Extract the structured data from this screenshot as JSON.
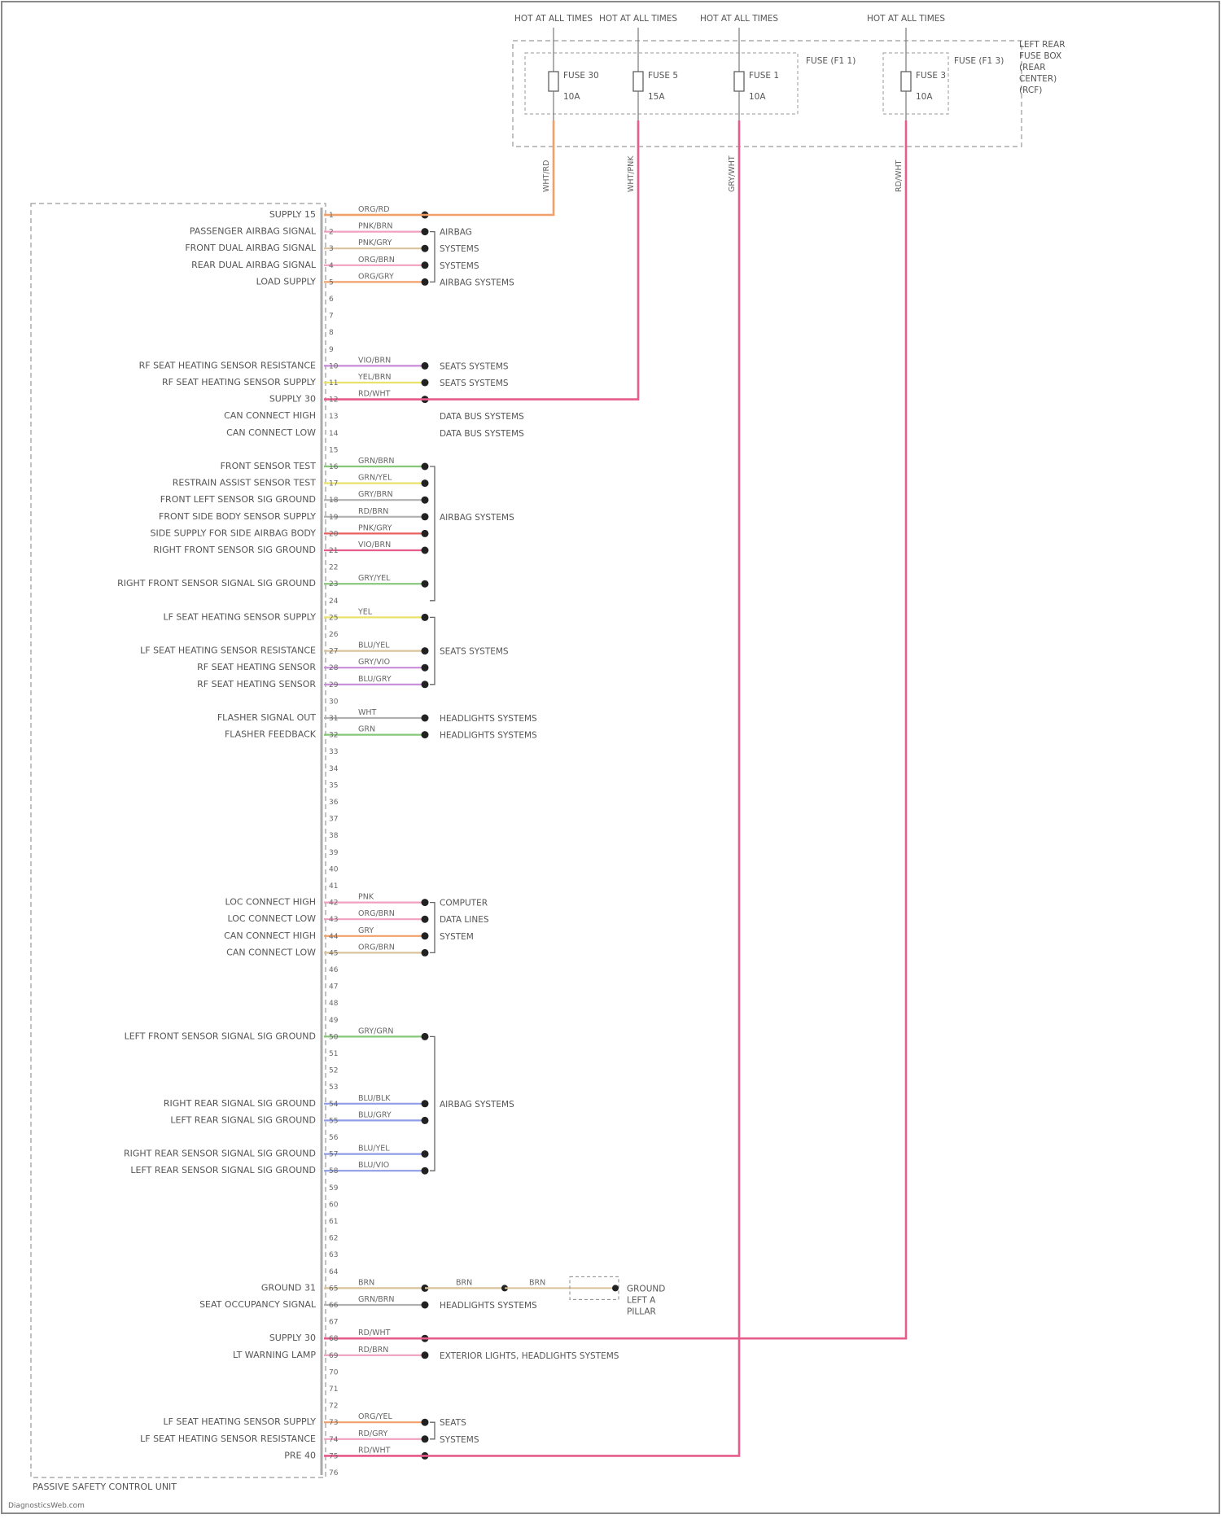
{
  "colors": {
    "orange": "#f2a06a",
    "pink": "#e65c8a",
    "pink_light": "#f0a0c0",
    "red": "#e8605c",
    "green": "#86c77a",
    "yellow": "#eae36a",
    "violet": "#c98bd9",
    "blue": "#8f9de6",
    "tan": "#d9c39a",
    "gray": "#b0b0b0",
    "border": "#9a9a9a"
  },
  "header": {
    "fuse_labels": [
      "HOT AT ALL TIMES",
      "HOT AT ALL TIMES",
      "HOT AT ALL TIMES",
      "HOT AT ALL TIMES"
    ],
    "fuse_names": [
      "FUSE 30",
      "FUSE 5",
      "FUSE 1",
      "FUSE 3"
    ],
    "fuse_ratings": [
      "10A",
      "15A",
      "10A",
      "10A"
    ],
    "box_notes": [
      "FUSE (F1 1)",
      "FUSE (F1 3)"
    ],
    "box_title": [
      "LEFT REAR",
      "FUSE BOX",
      "(REAR",
      "CENTER)",
      "(RCF)"
    ]
  },
  "wire_tags": [
    "WHT/RD",
    "WHT/PNK",
    "GRY/WHT",
    "RD/WHT"
  ],
  "connector": {
    "name": "PASSIVE SAFETY CONTROL UNIT"
  },
  "footer": {
    "credit": "DiagnosticsWeb.com"
  },
  "rows": [
    {
      "pin": "1",
      "label": "SUPPLY 15",
      "color": "ORG/RD",
      "wire": "orange",
      "dest": ""
    },
    {
      "pin": "2",
      "label": "PASSENGER AIRBAG SIGNAL",
      "color": "PNK/BRN",
      "wire": "pink_light",
      "dest": "AIRBAG"
    },
    {
      "pin": "3",
      "label": "FRONT DUAL AIRBAG SIGNAL",
      "color": "PNK/GRY",
      "wire": "tan",
      "dest": "SYSTEMS"
    },
    {
      "pin": "4",
      "label": "REAR DUAL AIRBAG SIGNAL",
      "color": "ORG/BRN",
      "wire": "pink_light",
      "dest": "SYSTEMS"
    },
    {
      "pin": "5",
      "label": "LOAD SUPPLY",
      "color": "ORG/GRY",
      "wire": "orange",
      "dest": "AIRBAG SYSTEMS"
    },
    {
      "pin": "6",
      "label": "",
      "color": "",
      "wire": "",
      "dest": ""
    },
    {
      "pin": "7",
      "label": "",
      "color": "",
      "wire": "",
      "dest": ""
    },
    {
      "pin": "8",
      "label": "",
      "color": "",
      "wire": "",
      "dest": ""
    },
    {
      "pin": "9",
      "label": "",
      "color": "",
      "wire": "",
      "dest": ""
    },
    {
      "pin": "10",
      "label": "RF SEAT HEATING SENSOR RESISTANCE",
      "color": "VIO/BRN",
      "wire": "violet",
      "dest": "SEATS SYSTEMS"
    },
    {
      "pin": "11",
      "label": "RF SEAT HEATING SENSOR SUPPLY",
      "color": "YEL/BRN",
      "wire": "yellow",
      "dest": "SEATS SYSTEMS"
    },
    {
      "pin": "12",
      "label": "SUPPLY 30",
      "color": "RD/WHT",
      "wire": "pink",
      "dest": ""
    },
    {
      "pin": "13",
      "label": "CAN CONNECT HIGH",
      "color": "",
      "wire": "",
      "dest": "DATA BUS SYSTEMS"
    },
    {
      "pin": "14",
      "label": "CAN CONNECT LOW",
      "color": "",
      "wire": "",
      "dest": "DATA BUS SYSTEMS"
    },
    {
      "pin": "15",
      "label": "",
      "color": "",
      "wire": "",
      "dest": ""
    },
    {
      "pin": "16",
      "label": "FRONT SENSOR TEST",
      "color": "GRN/BRN",
      "wire": "green",
      "dest": ""
    },
    {
      "pin": "17",
      "label": "RESTRAIN ASSIST SENSOR TEST",
      "color": "GRN/YEL",
      "wire": "yellow",
      "dest": ""
    },
    {
      "pin": "18",
      "label": "FRONT LEFT SENSOR SIG GROUND",
      "color": "GRY/BRN",
      "wire": "gray",
      "dest": ""
    },
    {
      "pin": "19",
      "label": "FRONT SIDE BODY SENSOR SUPPLY",
      "color": "RD/BRN",
      "wire": "gray",
      "dest": "AIRBAG SYSTEMS"
    },
    {
      "pin": "20",
      "label": "SIDE SUPPLY FOR SIDE AIRBAG BODY",
      "color": "PNK/GRY",
      "wire": "red",
      "dest": ""
    },
    {
      "pin": "21",
      "label": "RIGHT FRONT SENSOR SIG GROUND",
      "color": "VIO/BRN",
      "wire": "pink",
      "dest": ""
    },
    {
      "pin": "22",
      "label": "",
      "color": "",
      "wire": "",
      "dest": ""
    },
    {
      "pin": "23",
      "label": "RIGHT FRONT SENSOR SIGNAL SIG GROUND",
      "color": "GRY/YEL",
      "wire": "green",
      "dest": ""
    },
    {
      "pin": "24",
      "label": "",
      "color": "",
      "wire": "",
      "dest": ""
    },
    {
      "pin": "25",
      "label": "LF SEAT HEATING SENSOR SUPPLY",
      "color": "YEL",
      "wire": "yellow",
      "dest": ""
    },
    {
      "pin": "26",
      "label": "",
      "color": "",
      "wire": "",
      "dest": ""
    },
    {
      "pin": "27",
      "label": "LF SEAT HEATING SENSOR RESISTANCE",
      "color": "BLU/YEL",
      "wire": "tan",
      "dest": "SEATS SYSTEMS"
    },
    {
      "pin": "28",
      "label": "RF SEAT HEATING SENSOR",
      "color": "GRY/VIO",
      "wire": "violet",
      "dest": ""
    },
    {
      "pin": "29",
      "label": "RF SEAT HEATING SENSOR",
      "color": "BLU/GRY",
      "wire": "violet",
      "dest": ""
    },
    {
      "pin": "30",
      "label": "",
      "color": "",
      "wire": "",
      "dest": ""
    },
    {
      "pin": "31",
      "label": "FLASHER SIGNAL OUT",
      "color": "WHT",
      "wire": "gray",
      "dest": "HEADLIGHTS SYSTEMS"
    },
    {
      "pin": "32",
      "label": "FLASHER FEEDBACK",
      "color": "GRN",
      "wire": "green",
      "dest": "HEADLIGHTS SYSTEMS"
    },
    {
      "pin": "33",
      "label": "",
      "color": "",
      "wire": "",
      "dest": ""
    },
    {
      "pin": "34",
      "label": "",
      "color": "",
      "wire": "",
      "dest": ""
    },
    {
      "pin": "35",
      "label": "",
      "color": "",
      "wire": "",
      "dest": ""
    },
    {
      "pin": "36",
      "label": "",
      "color": "",
      "wire": "",
      "dest": ""
    },
    {
      "pin": "37",
      "label": "",
      "color": "",
      "wire": "",
      "dest": ""
    },
    {
      "pin": "38",
      "label": "",
      "color": "",
      "wire": "",
      "dest": ""
    },
    {
      "pin": "39",
      "label": "",
      "color": "",
      "wire": "",
      "dest": ""
    },
    {
      "pin": "40",
      "label": "",
      "color": "",
      "wire": "",
      "dest": ""
    },
    {
      "pin": "41",
      "label": "",
      "color": "",
      "wire": "",
      "dest": ""
    },
    {
      "pin": "42",
      "label": "LOC CONNECT HIGH",
      "color": "PNK",
      "wire": "pink_light",
      "dest": "COMPUTER"
    },
    {
      "pin": "43",
      "label": "LOC CONNECT LOW",
      "color": "ORG/BRN",
      "wire": "pink_light",
      "dest": "DATA LINES"
    },
    {
      "pin": "44",
      "label": "CAN CONNECT HIGH",
      "color": "GRY",
      "wire": "orange",
      "dest": "SYSTEM"
    },
    {
      "pin": "45",
      "label": "CAN CONNECT LOW",
      "color": "ORG/BRN",
      "wire": "tan",
      "dest": ""
    },
    {
      "pin": "46",
      "label": "",
      "color": "",
      "wire": "",
      "dest": ""
    },
    {
      "pin": "47",
      "label": "",
      "color": "",
      "wire": "",
      "dest": ""
    },
    {
      "pin": "48",
      "label": "",
      "color": "",
      "wire": "",
      "dest": ""
    },
    {
      "pin": "49",
      "label": "",
      "color": "",
      "wire": "",
      "dest": ""
    },
    {
      "pin": "50",
      "label": "LEFT FRONT SENSOR SIGNAL SIG GROUND",
      "color": "GRY/GRN",
      "wire": "green",
      "dest": ""
    },
    {
      "pin": "51",
      "label": "",
      "color": "",
      "wire": "",
      "dest": ""
    },
    {
      "pin": "52",
      "label": "",
      "color": "",
      "wire": "",
      "dest": ""
    },
    {
      "pin": "53",
      "label": "",
      "color": "",
      "wire": "",
      "dest": ""
    },
    {
      "pin": "54",
      "label": "RIGHT REAR SIGNAL SIG GROUND",
      "color": "BLU/BLK",
      "wire": "blue",
      "dest": "AIRBAG SYSTEMS"
    },
    {
      "pin": "55",
      "label": "LEFT REAR SIGNAL SIG GROUND",
      "color": "BLU/GRY",
      "wire": "blue",
      "dest": ""
    },
    {
      "pin": "56",
      "label": "",
      "color": "",
      "wire": "",
      "dest": ""
    },
    {
      "pin": "57",
      "label": "RIGHT REAR SENSOR SIGNAL SIG GROUND",
      "color": "BLU/YEL",
      "wire": "blue",
      "dest": ""
    },
    {
      "pin": "58",
      "label": "LEFT REAR SENSOR SIGNAL SIG GROUND",
      "color": "BLU/VIO",
      "wire": "blue",
      "dest": ""
    },
    {
      "pin": "59",
      "label": "",
      "color": "",
      "wire": "",
      "dest": ""
    },
    {
      "pin": "60",
      "label": "",
      "color": "",
      "wire": "",
      "dest": ""
    },
    {
      "pin": "61",
      "label": "",
      "color": "",
      "wire": "",
      "dest": ""
    },
    {
      "pin": "62",
      "label": "",
      "color": "",
      "wire": "",
      "dest": ""
    },
    {
      "pin": "63",
      "label": "",
      "color": "",
      "wire": "",
      "dest": ""
    },
    {
      "pin": "64",
      "label": "",
      "color": "",
      "wire": "",
      "dest": ""
    },
    {
      "pin": "65",
      "label": "GROUND 31",
      "color": "BRN",
      "wire": "tan",
      "dest": ""
    },
    {
      "pin": "66",
      "label": "SEAT OCCUPANCY SIGNAL",
      "color": "GRN/BRN",
      "wire": "gray",
      "dest": "HEADLIGHTS SYSTEMS"
    },
    {
      "pin": "67",
      "label": "",
      "color": "",
      "wire": "",
      "dest": ""
    },
    {
      "pin": "68",
      "label": "SUPPLY 30",
      "color": "RD/WHT",
      "wire": "pink",
      "dest": ""
    },
    {
      "pin": "69",
      "label": "LT WARNING LAMP",
      "color": "RD/BRN",
      "wire": "pink_light",
      "dest": "EXTERIOR LIGHTS, HEADLIGHTS SYSTEMS"
    },
    {
      "pin": "70",
      "label": "",
      "color": "",
      "wire": "",
      "dest": ""
    },
    {
      "pin": "71",
      "label": "",
      "color": "",
      "wire": "",
      "dest": ""
    },
    {
      "pin": "72",
      "label": "",
      "color": "",
      "wire": "",
      "dest": ""
    },
    {
      "pin": "73",
      "label": "LF SEAT HEATING SENSOR SUPPLY",
      "color": "ORG/YEL",
      "wire": "orange",
      "dest": "SEATS"
    },
    {
      "pin": "74",
      "label": "LF SEAT HEATING SENSOR RESISTANCE",
      "color": "RD/GRY",
      "wire": "pink_light",
      "dest": "SYSTEMS"
    },
    {
      "pin": "75",
      "label": "PRE 40",
      "color": "RD/WHT",
      "wire": "pink",
      "dest": ""
    },
    {
      "pin": "76",
      "label": "",
      "color": "",
      "wire": "",
      "dest": ""
    }
  ],
  "side_branch": {
    "color_a": "BRN",
    "color_b": "BRN",
    "ground_label": "GROUND",
    "ground_notes": [
      "LEFT A",
      "PILLAR"
    ]
  }
}
